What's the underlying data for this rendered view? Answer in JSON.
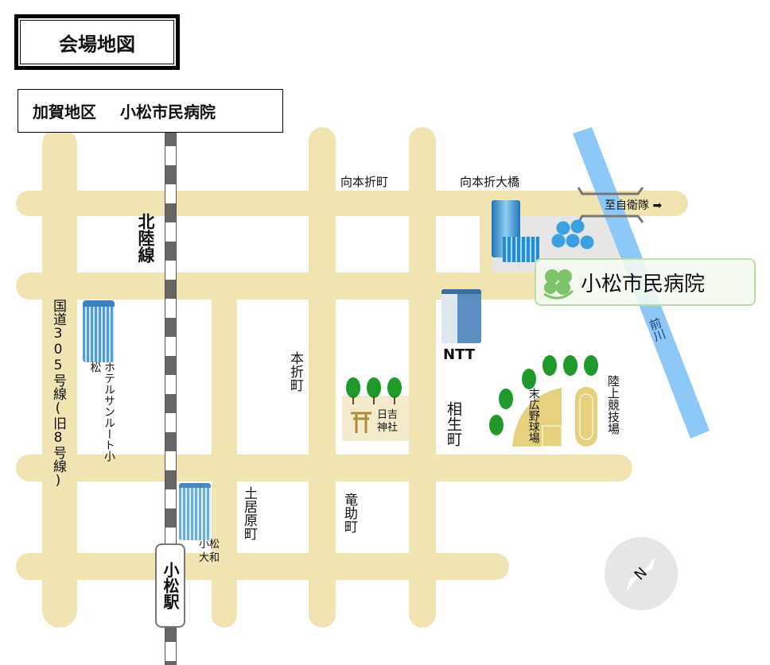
{
  "header": {
    "title": "会場地図",
    "area": "加賀地区",
    "facility": "小松市民病院"
  },
  "map": {
    "railway": "北陸線",
    "station": "小松駅",
    "route": "国道305号線(旧8号線)",
    "labels": {
      "mukaimotoori_machi": "向本折町",
      "mukaimotoori_bridge": "向本折大橋",
      "to_sdf": "至自衛隊",
      "hospital": "小松市民病院",
      "river": "前川",
      "ntt": "NTT",
      "hotel": "ホテルサンルート小松",
      "motoori_machi": "本折町",
      "shrine": "日吉神社",
      "aioi_machi": "相生町",
      "stadium": "末広野球場",
      "track": "陸上競技場",
      "tsuchiihara": "土居原町",
      "tatsunosuke": "竜助町",
      "daiwa": "小松大和"
    },
    "compass": "N"
  },
  "colors": {
    "road": "#f1e4b3",
    "river": "#8ec8f6",
    "rail": "#666666",
    "hospital_green": "#7cc36a"
  }
}
